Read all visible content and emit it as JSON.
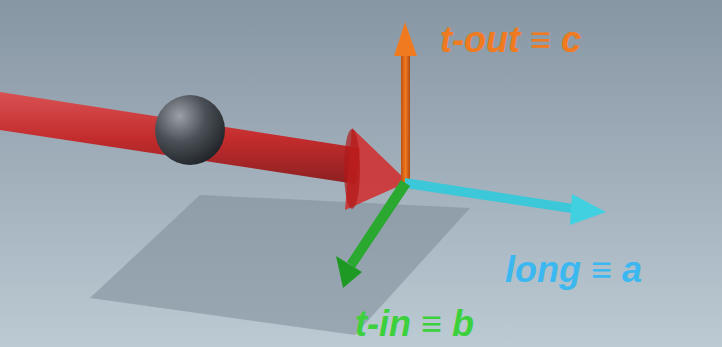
{
  "diagram": {
    "labels": [
      "t-out ≡ c",
      "long ≡ a",
      "t-in ≡ b"
    ]
  }
}
